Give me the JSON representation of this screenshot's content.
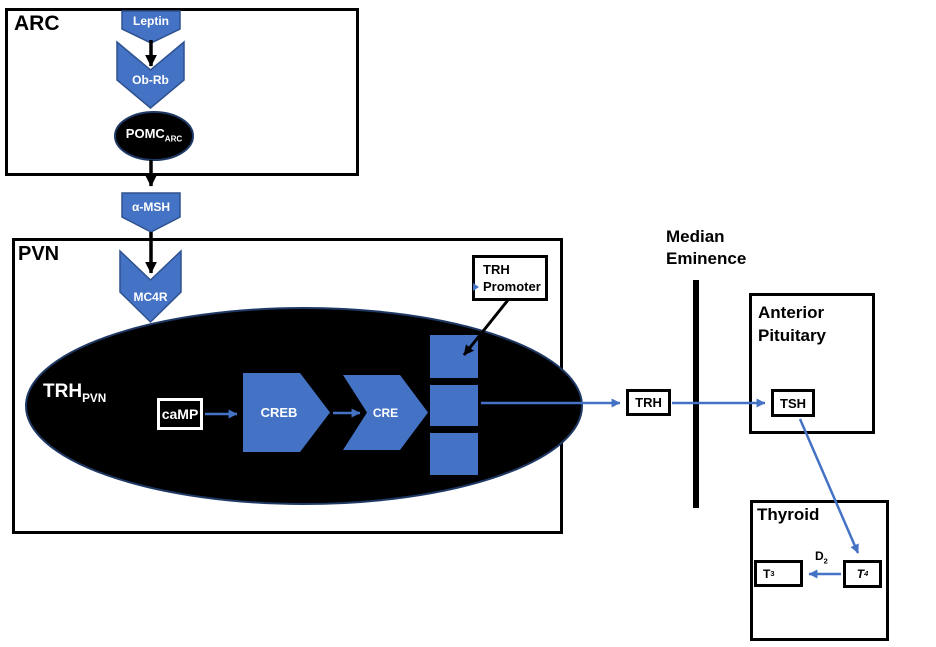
{
  "colors": {
    "shape_blue": "#4472C4",
    "shape_blue_border": "#2F528F",
    "nucleus_fill": "#000000",
    "nucleus_outline": "#1F3864",
    "arrow_black": "#000000",
    "arrow_blue": "#4472C4",
    "box_border_black": "#000000",
    "background": "#FFFFFF"
  },
  "regions": {
    "arc": {
      "label": "ARC"
    },
    "pvn": {
      "label": "PVN"
    },
    "median_eminence": {
      "line1": "Median",
      "line2": "Eminence"
    },
    "anterior_pituitary": {
      "line1": "Anterior",
      "line2": "Pituitary"
    },
    "thyroid": {
      "label": "Thyroid"
    }
  },
  "nodes": {
    "leptin": {
      "label": "Leptin"
    },
    "obrb": {
      "label": "Ob-Rb"
    },
    "pomc": {
      "label": "POMC",
      "subscript": "ARC"
    },
    "amsh": {
      "label": "α-MSH"
    },
    "mc4r": {
      "label": "MC4R"
    },
    "trh_pvn": {
      "label": "TRH",
      "subscript": "PVN"
    },
    "camp": {
      "label": "caMP"
    },
    "creb": {
      "label": "CREB"
    },
    "cre": {
      "label": "CRE"
    },
    "trh_promoter": {
      "line1": "TRH",
      "line2": "Promoter"
    },
    "trh": {
      "label": "TRH"
    },
    "tsh": {
      "label": "TSH"
    },
    "t3": {
      "base": "T",
      "sub": "3"
    },
    "t4": {
      "base": "T",
      "sub": "4"
    },
    "d2": {
      "base": "D",
      "sub": "2"
    }
  }
}
